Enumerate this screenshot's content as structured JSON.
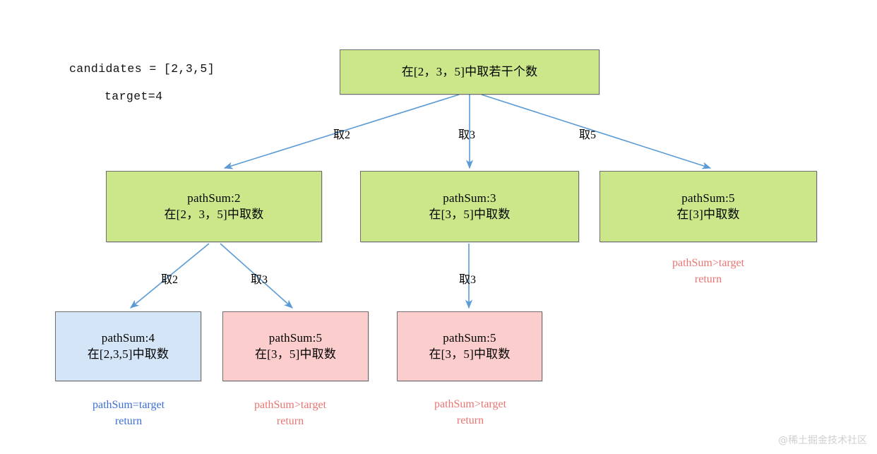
{
  "diagram": {
    "title_params": {
      "candidates_line": "candidates = [2,3,5]",
      "target_line": "target=4"
    },
    "colors": {
      "green_fill": "#cbe78a",
      "blue_fill": "#d3e5f7",
      "pink_fill": "#fbcdcd",
      "node_border": "#6f6f6f",
      "arrow": "#5b9bd5",
      "caption_red": "#ea7573",
      "caption_blue": "#3c6fd4",
      "watermark": "#cfcfcf"
    },
    "nodes": [
      {
        "id": "root",
        "fill": "green",
        "lines": [
          "在[2，3，5]中取若干个数"
        ]
      },
      {
        "id": "l2-take2",
        "fill": "green",
        "lines": [
          "pathSum:2",
          "在[2，3，5]中取数"
        ]
      },
      {
        "id": "l2-take3",
        "fill": "green",
        "lines": [
          "pathSum:3",
          "在[3，5]中取数"
        ]
      },
      {
        "id": "l2-take5",
        "fill": "green",
        "lines": [
          "pathSum:5",
          "在[3]中取数"
        ]
      },
      {
        "id": "l3-take2",
        "fill": "blue",
        "lines": [
          "pathSum:4",
          "在[2,3,5]中取数"
        ]
      },
      {
        "id": "l3-take3",
        "fill": "pink",
        "lines": [
          "pathSum:5",
          "在[3，5]中取数"
        ]
      },
      {
        "id": "l3-take3b",
        "fill": "pink",
        "lines": [
          "pathSum:5",
          "在[3，5]中取数"
        ]
      }
    ],
    "edge_labels": [
      {
        "id": "root-to-l2-take2",
        "label": "取2"
      },
      {
        "id": "root-to-l2-take3",
        "label": "取3"
      },
      {
        "id": "root-to-l2-take5",
        "label": "取5"
      },
      {
        "id": "l2-to-l3-take2",
        "label": "取2"
      },
      {
        "id": "l2-to-l3-take3",
        "label": "取3"
      },
      {
        "id": "l2mid-to-l3-take3",
        "label": "取3"
      }
    ],
    "captions": [
      {
        "id": "caption-take5",
        "tone": "red",
        "lines": [
          "pathSum>target",
          "return"
        ]
      },
      {
        "id": "caption-found",
        "tone": "blue",
        "lines": [
          "pathSum=target",
          "return"
        ]
      },
      {
        "id": "caption-over-1",
        "tone": "red",
        "lines": [
          "pathSum>target",
          "return"
        ]
      },
      {
        "id": "caption-over-2",
        "tone": "red",
        "lines": [
          "pathSum>target",
          "return"
        ]
      }
    ],
    "watermark": "@稀土掘金技术社区"
  }
}
